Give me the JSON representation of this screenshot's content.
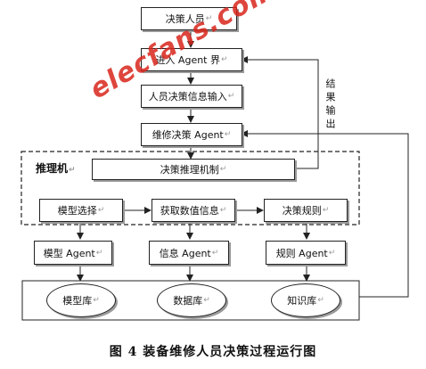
{
  "nodes": {
    "decision_maker": "决策人员",
    "enter_agent_ui": "进入 Agent 界",
    "info_input": "人员决策信息输入",
    "repair_agent": "维修决策 Agent",
    "reasoning_mechanism": "决策推理机制",
    "model_select": "模型选择",
    "get_data": "获取数值信息",
    "decision_rules": "决策规则",
    "model_agent": "模型 Agent",
    "info_agent": "信息 Agent",
    "rule_agent": "规则 Agent",
    "model_base": "模型库",
    "database": "数据库",
    "knowledge_base": "知识库"
  },
  "labels": {
    "reasoning_engine": "推理机",
    "result_output": "结果输出",
    "paragraph_mark": "↵"
  },
  "caption": "图 4   装备维修人员决策过程运行图",
  "watermark": "elecfans.com",
  "colors": {
    "watermark": "#d9261c",
    "shadow": "#9a9a9a",
    "line": "#222222"
  }
}
